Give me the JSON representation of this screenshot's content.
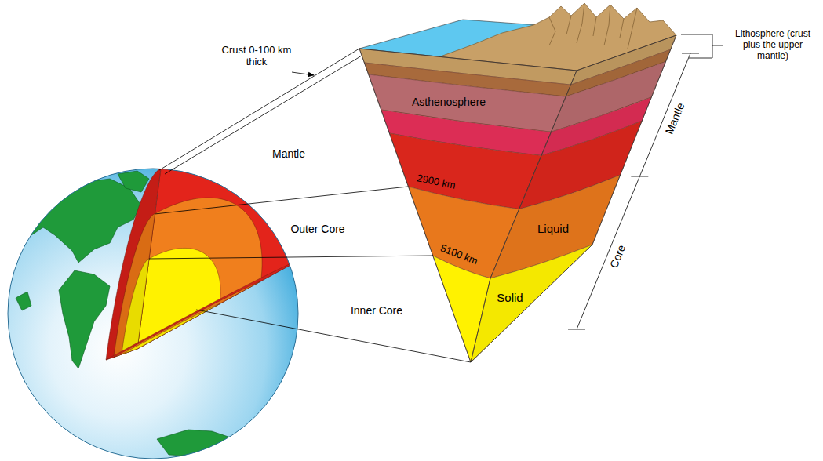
{
  "diagram": {
    "labels": [
      "Crust 0-100 km thick",
      "Lithosphere (crust plus the upper mantle)",
      "Asthenosphere",
      "Mantle",
      "2900 km",
      "Outer Core",
      "Liquid",
      "5100 km",
      "Inner Core",
      "Solid",
      "Mantle",
      "Core"
    ]
  }
}
